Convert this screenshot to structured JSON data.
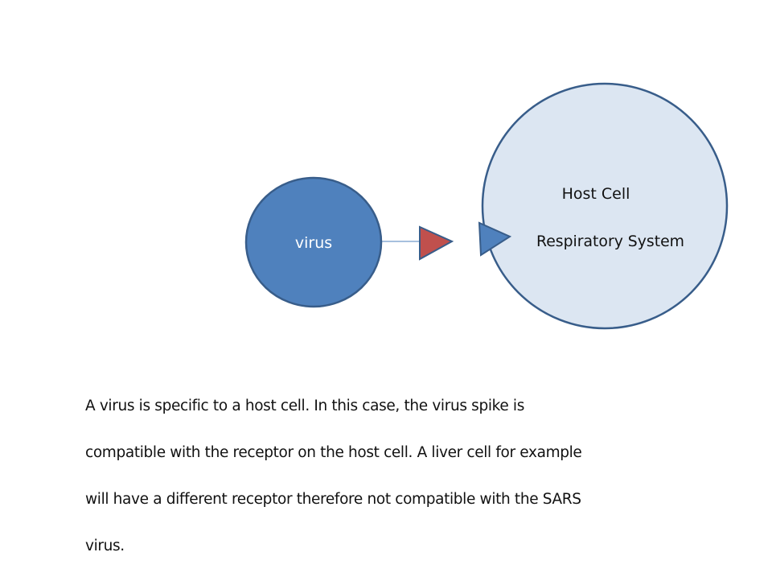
{
  "diagram": {
    "virus": {
      "label": "virus",
      "fill": "#4f81bd",
      "stroke": "#385d8a",
      "text_color": "#ffffff"
    },
    "connector": {
      "stroke": "#4f81bd"
    },
    "spike": {
      "name": "virus spike",
      "fill": "#c0504d",
      "stroke": "#385d8a"
    },
    "receptor": {
      "name": "host receptor",
      "fill": "#4f81bd",
      "stroke": "#385d8a"
    },
    "host_cell": {
      "title": "Host Cell",
      "subtitle": "Respiratory System",
      "fill": "#dce6f2",
      "stroke": "#385d8a",
      "text_color": "#111111"
    }
  },
  "caption": {
    "lines": [
      "A virus is specific to a host cell.  In this case, the virus spike is",
      "compatible with the receptor on the host cell. A liver cell for example",
      "will have a different receptor therefore not compatible with the SARS",
      "virus."
    ]
  }
}
